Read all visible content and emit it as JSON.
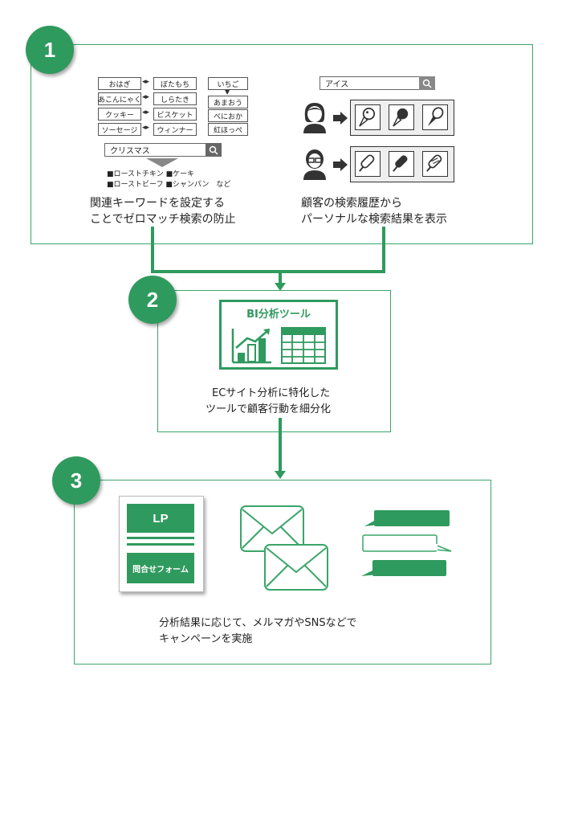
{
  "badges": {
    "step1": "1",
    "step2": "2",
    "step3": "3"
  },
  "step1": {
    "keywords_left": [
      "おはぎ",
      "あこんにゃく",
      "クッキー",
      "ソーセージ"
    ],
    "keywords_mid": [
      "ぼたもち",
      "しらたき",
      "ビスケット",
      "ウィンナー"
    ],
    "keywords_right_top": "いちご",
    "keywords_right": [
      "あまおう",
      "べにおか",
      "紅ほっぺ"
    ],
    "search_left": "クリスマス",
    "related_line1": "■ローストチキン ■ケーキ",
    "related_line2": "■ローストビーフ ■シャンパン　など",
    "caption_left_1": "関連キーワードを設定する",
    "caption_left_2": "ことでゼロマッチ検索の防止",
    "search_right": "アイス",
    "caption_right_1": "顧客の検索履歴から",
    "caption_right_2": "パーソナルな検索結果を表示"
  },
  "step2": {
    "bi_title": "BI分析ツール",
    "caption_1": "ECサイト分析に特化した",
    "caption_2": "ツールで顧客行動を細分化"
  },
  "step3": {
    "lp_label": "LP",
    "form_label": "問合せフォーム",
    "caption_1": "分析結果に応じて、メルマガやSNSなどで",
    "caption_2": "キャンペーンを実施"
  },
  "colors": {
    "accent": "#2f9a5e",
    "border": "#3aa56a",
    "icon_dark": "#333333"
  }
}
